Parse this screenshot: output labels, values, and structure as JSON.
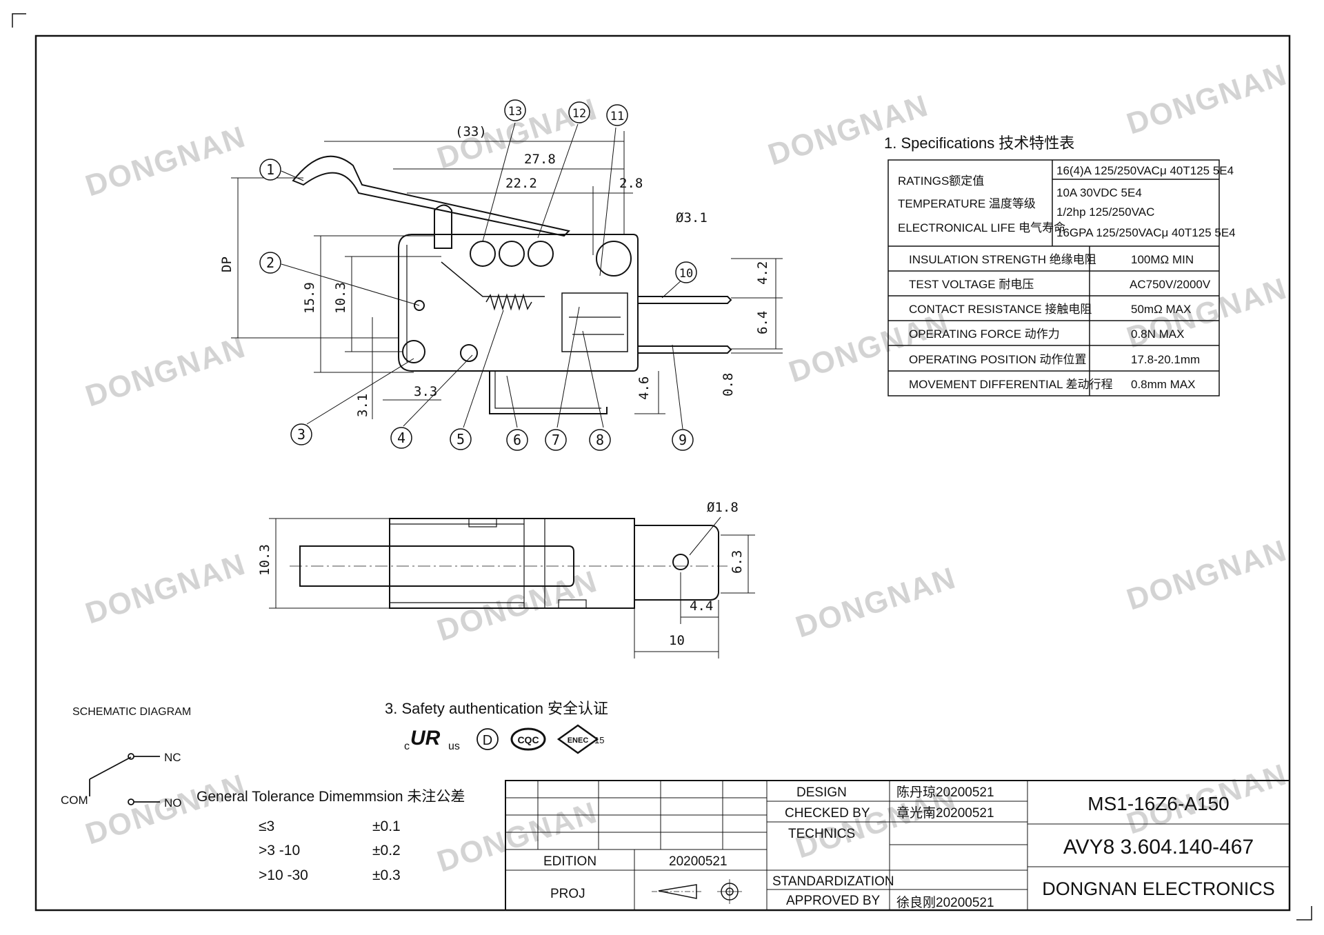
{
  "watermark": "DONGNAN",
  "spec": {
    "title": "1. Specifications 技术特性表",
    "row1": {
      "labels": [
        "RATINGS额定值",
        "TEMPERATURE 温度等级",
        "ELECTRONICAL LIFE 电气寿命"
      ],
      "values": [
        "16(4)A 125/250VACμ 40T125 5E4",
        "10A 30VDC 5E4",
        "1/2hp 125/250VAC",
        "16GPA 125/250VACμ 40T125 5E4"
      ]
    },
    "rows": [
      {
        "label": "INSULATION STRENGTH 绝缘电阻",
        "value": "100MΩ MIN"
      },
      {
        "label": "TEST VOLTAGE 耐电压",
        "value": "AC750V/2000V"
      },
      {
        "label": "CONTACT RESISTANCE 接触电阻",
        "value": "50mΩ MAX"
      },
      {
        "label": "OPERATING FORCE 动作力",
        "value": "0.8N MAX"
      },
      {
        "label": "OPERATING POSITION 动作位置",
        "value": "17.8-20.1mm"
      },
      {
        "label": "MOVEMENT DIFFERENTIAL 差动行程",
        "value": "0.8mm MAX"
      }
    ]
  },
  "dims": {
    "d33": "(33)",
    "d278": "27.8",
    "d222": "22.2",
    "d28": "2.8",
    "d31": "Ø3.1",
    "dp": "DP",
    "d159": "15.9",
    "d103": "10.3",
    "d42": "4.2",
    "d64": "6.4",
    "d08": "0.8",
    "d46": "4.6",
    "d33b": "3.3",
    "d31b": "3.1",
    "d18": "Ø1.8",
    "d103b": "10.3",
    "d63": "6.3",
    "d44": "4.4",
    "d10": "10"
  },
  "callouts": [
    "1",
    "2",
    "3",
    "4",
    "5",
    "6",
    "7",
    "8",
    "9",
    "10",
    "11",
    "12",
    "13"
  ],
  "schematic": {
    "title": "SCHEMATIC DIAGRAM",
    "nc": "NC",
    "no": "NO",
    "com": "COM"
  },
  "safety": {
    "title": "3. Safety authentication 安全认证",
    "marks": [
      "c",
      "UR",
      "us",
      "D",
      "CQC",
      "ENEC",
      "15"
    ]
  },
  "tolerance": {
    "title": "General Tolerance Dimemmsion 未注公差",
    "rows": [
      [
        "≤3",
        "±0.1"
      ],
      [
        ">3 -10",
        "±0.2"
      ],
      [
        ">10 -30",
        "±0.3"
      ]
    ]
  },
  "titleblock": {
    "edition_label": "EDITION",
    "edition": "20200521",
    "proj": "PROJ",
    "design_label": "DESIGN",
    "design": "陈丹琼20200521",
    "checked_label": "CHECKED BY",
    "checked": "章光南20200521",
    "technics_label": "TECHNICS",
    "std_label": "STANDARDIZATION",
    "approved_label": "APPROVED BY",
    "approved": "徐良刚20200521",
    "model": "MS1-16Z6-A150",
    "code": "AVY8 3.604.140-467",
    "company": "DONGNAN ELECTRONICS"
  }
}
